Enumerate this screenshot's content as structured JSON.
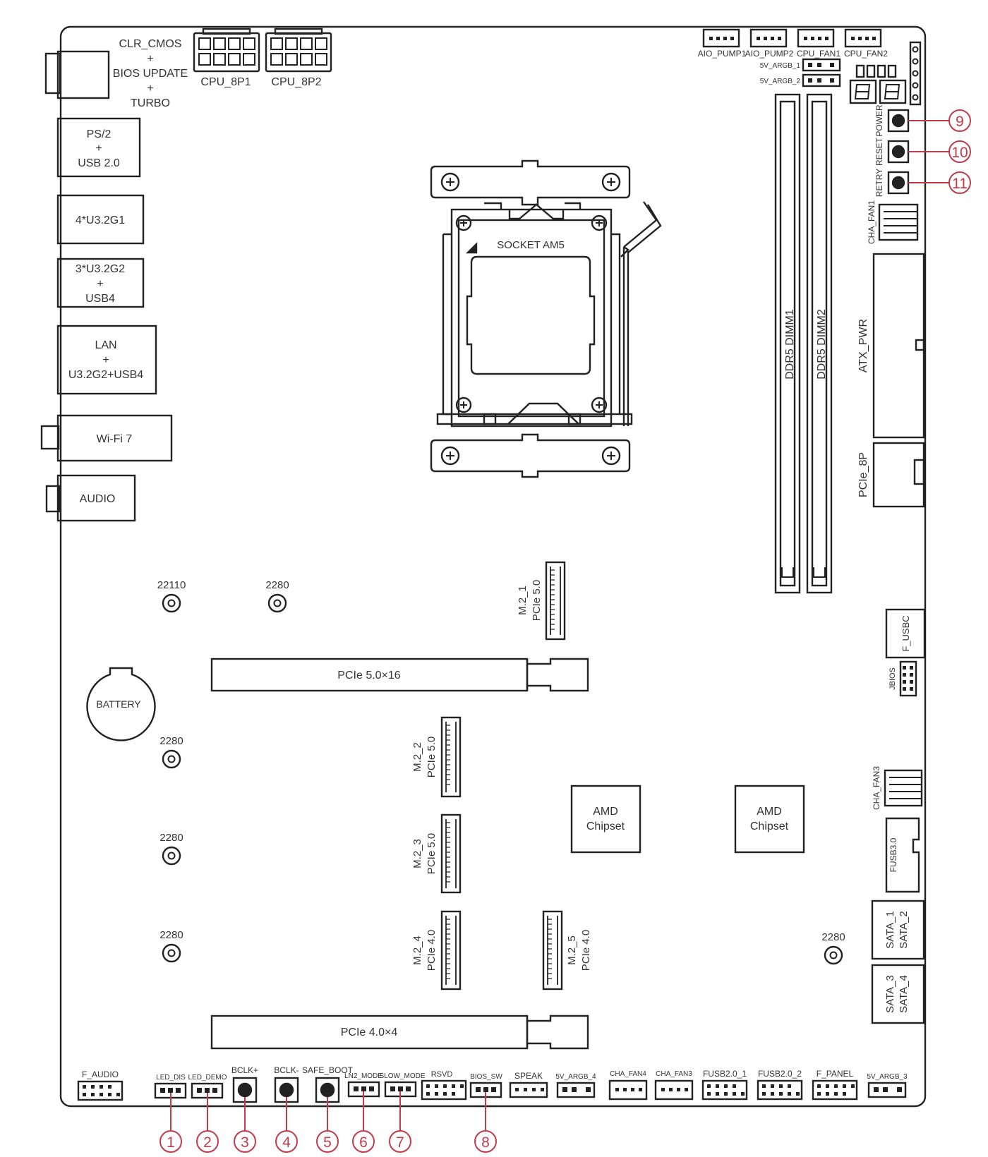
{
  "rear_io": {
    "clr_cmos": [
      "CLR_CMOS",
      "+",
      "BIOS UPDATE",
      "+",
      "TURBO"
    ],
    "ps2": [
      "PS/2",
      "+",
      "USB 2.0"
    ],
    "usb_g1": "4*U3.2G1",
    "usb_g2": [
      "3*U3.2G2",
      "+",
      "USB4"
    ],
    "lan": [
      "LAN",
      "+",
      "U3.2G2+USB4"
    ],
    "wifi": "Wi-Fi 7",
    "audio": "AUDIO"
  },
  "power": {
    "cpu_8p1": "CPU_8P1",
    "cpu_8p2": "CPU_8P2",
    "atx_pwr": "ATX_PWR",
    "pcie_8p": "PCIe_8P"
  },
  "socket": {
    "label": "SOCKET AM5"
  },
  "memory": {
    "dimm1": "DDR5 DIMM1",
    "dimm2": "DDR5 DIMM2"
  },
  "top_headers": {
    "aio_pump1": "AIO_PUMP1",
    "aio_pump2": "AIO_PUMP2",
    "cpu_fan1": "CPU_FAN1",
    "cpu_fan2": "CPU_FAN2",
    "argb1": "5V_ARGB_1",
    "argb2": "5V_ARGB_2"
  },
  "buttons": {
    "power": "POWER",
    "reset": "RESET",
    "retry": "RETRY"
  },
  "right_headers": {
    "cha_fan1": "CHA_FAN1",
    "f_usbc": "F_USBC",
    "jbios": "JBIOS",
    "cha_fan3": "CHA_FAN3",
    "fusb30": "FUSB3.0",
    "sata12": [
      "SATA_1",
      "SATA_2"
    ],
    "sata34": [
      "SATA_3",
      "SATA_4"
    ]
  },
  "m2": {
    "m2_1": [
      "M.2_1",
      "PCIe 5.0"
    ],
    "m2_2": [
      "M.2_2",
      "PCIe 5.0"
    ],
    "m2_3": [
      "M.2_3",
      "PCIe 5.0"
    ],
    "m2_4": [
      "M.2_4",
      "PCIe 4.0"
    ],
    "m2_5": [
      "M.2_5",
      "PCIe 4.0"
    ]
  },
  "standoffs": {
    "s22110": "22110",
    "s2280_top": "2280",
    "s2280_a": "2280",
    "s2280_b": "2280",
    "s2280_c": "2280",
    "s2280_right": "2280"
  },
  "slots": {
    "pcie16": "PCIe 5.0×16",
    "pcie4": "PCIe 4.0×4"
  },
  "battery": "BATTERY",
  "chipsets": [
    [
      "AMD",
      "Chipset"
    ],
    [
      "AMD",
      "Chipset"
    ]
  ],
  "bottom_headers": [
    "F_AUDIO",
    "LED_DIS",
    "LED_DEMO",
    "BCLK+",
    "BCLK-",
    "SAFE_BOOT",
    "LN2_MODE",
    "SLOW_MODE",
    "RSVD",
    "BIOS_SW",
    "SPEAK",
    "5V_ARGB_4",
    "CHA_FAN4",
    "CHA_FAN3",
    "FUSB2.0_1",
    "FUSB2.0_2",
    "F_PANEL",
    "5V_ARGB_3"
  ],
  "callouts": [
    "1",
    "2",
    "3",
    "4",
    "5",
    "6",
    "7",
    "8",
    "9",
    "10",
    "11"
  ],
  "colors": {
    "line": "#222222",
    "callout": "#c23b4a",
    "text": "#333333"
  }
}
